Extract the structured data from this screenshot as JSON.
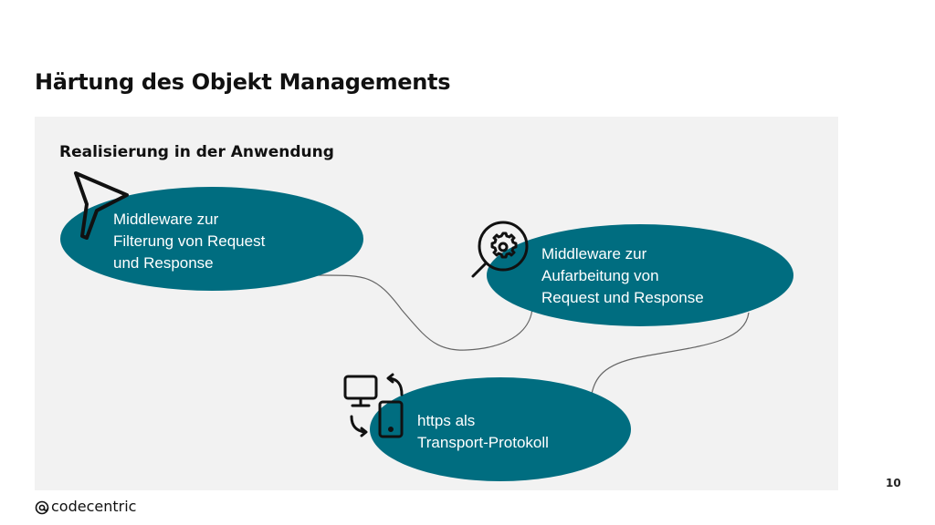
{
  "slide": {
    "title": "Härtung des Objekt Managements",
    "page_number": "10"
  },
  "panel": {
    "heading": "Realisierung in der Anwendung"
  },
  "nodes": [
    {
      "lines": [
        "Middleware zur",
        "Filterung von Request",
        "und Response"
      ],
      "icon": "funnel-icon"
    },
    {
      "lines": [
        "Middleware zur",
        "Aufarbeitung von",
        "Request und Response"
      ],
      "icon": "gear-magnifier-icon"
    },
    {
      "lines": [
        "https als",
        "Transport-Protokoll"
      ],
      "icon": "device-sync-icon"
    }
  ],
  "logo": {
    "text": "codecentric"
  },
  "colors": {
    "node_fill": "#006d80",
    "panel_bg": "#f2f2f2",
    "connector": "#666666"
  }
}
